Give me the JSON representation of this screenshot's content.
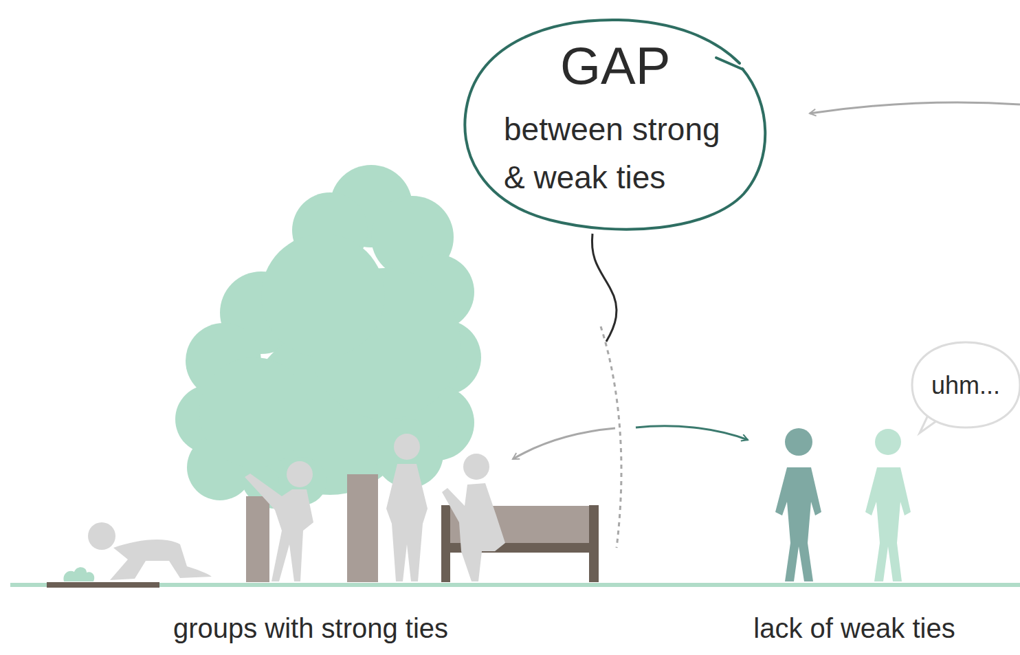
{
  "diagram": {
    "nodes": [
      {
        "text": [
          "GAP",
          "between strong & weak ties"
        ]
      },
      {
        "text": [
          "uhm..."
        ]
      }
    ],
    "labels": [
      "groups with strong ties",
      "lack of weak ties"
    ]
  }
}
